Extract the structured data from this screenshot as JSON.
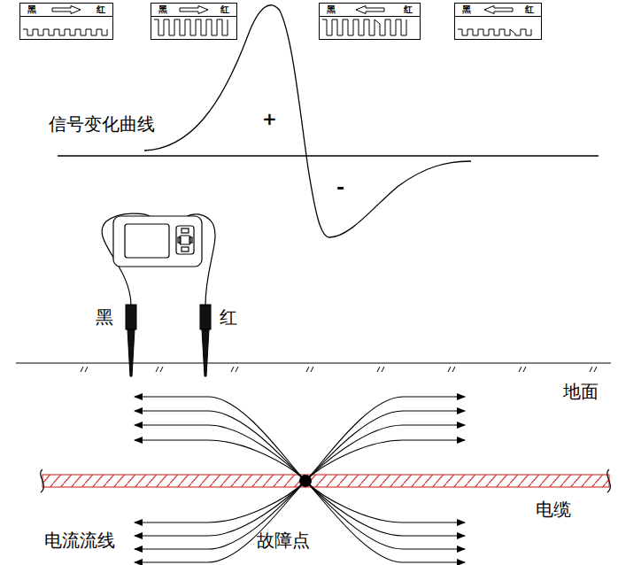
{
  "diagram": {
    "nodes": [
      {
        "text": [
          "黑",
          "红"
        ]
      },
      {
        "text": [
          "黑",
          "红"
        ]
      },
      {
        "text": [
          "黑",
          "红"
        ]
      },
      {
        "text": [
          "黑",
          "红"
        ]
      }
    ],
    "labels": [
      "信号变化曲线",
      "+",
      "-",
      "黑",
      "红",
      "地面",
      "电缆",
      "电流流线",
      "故障点"
    ]
  }
}
